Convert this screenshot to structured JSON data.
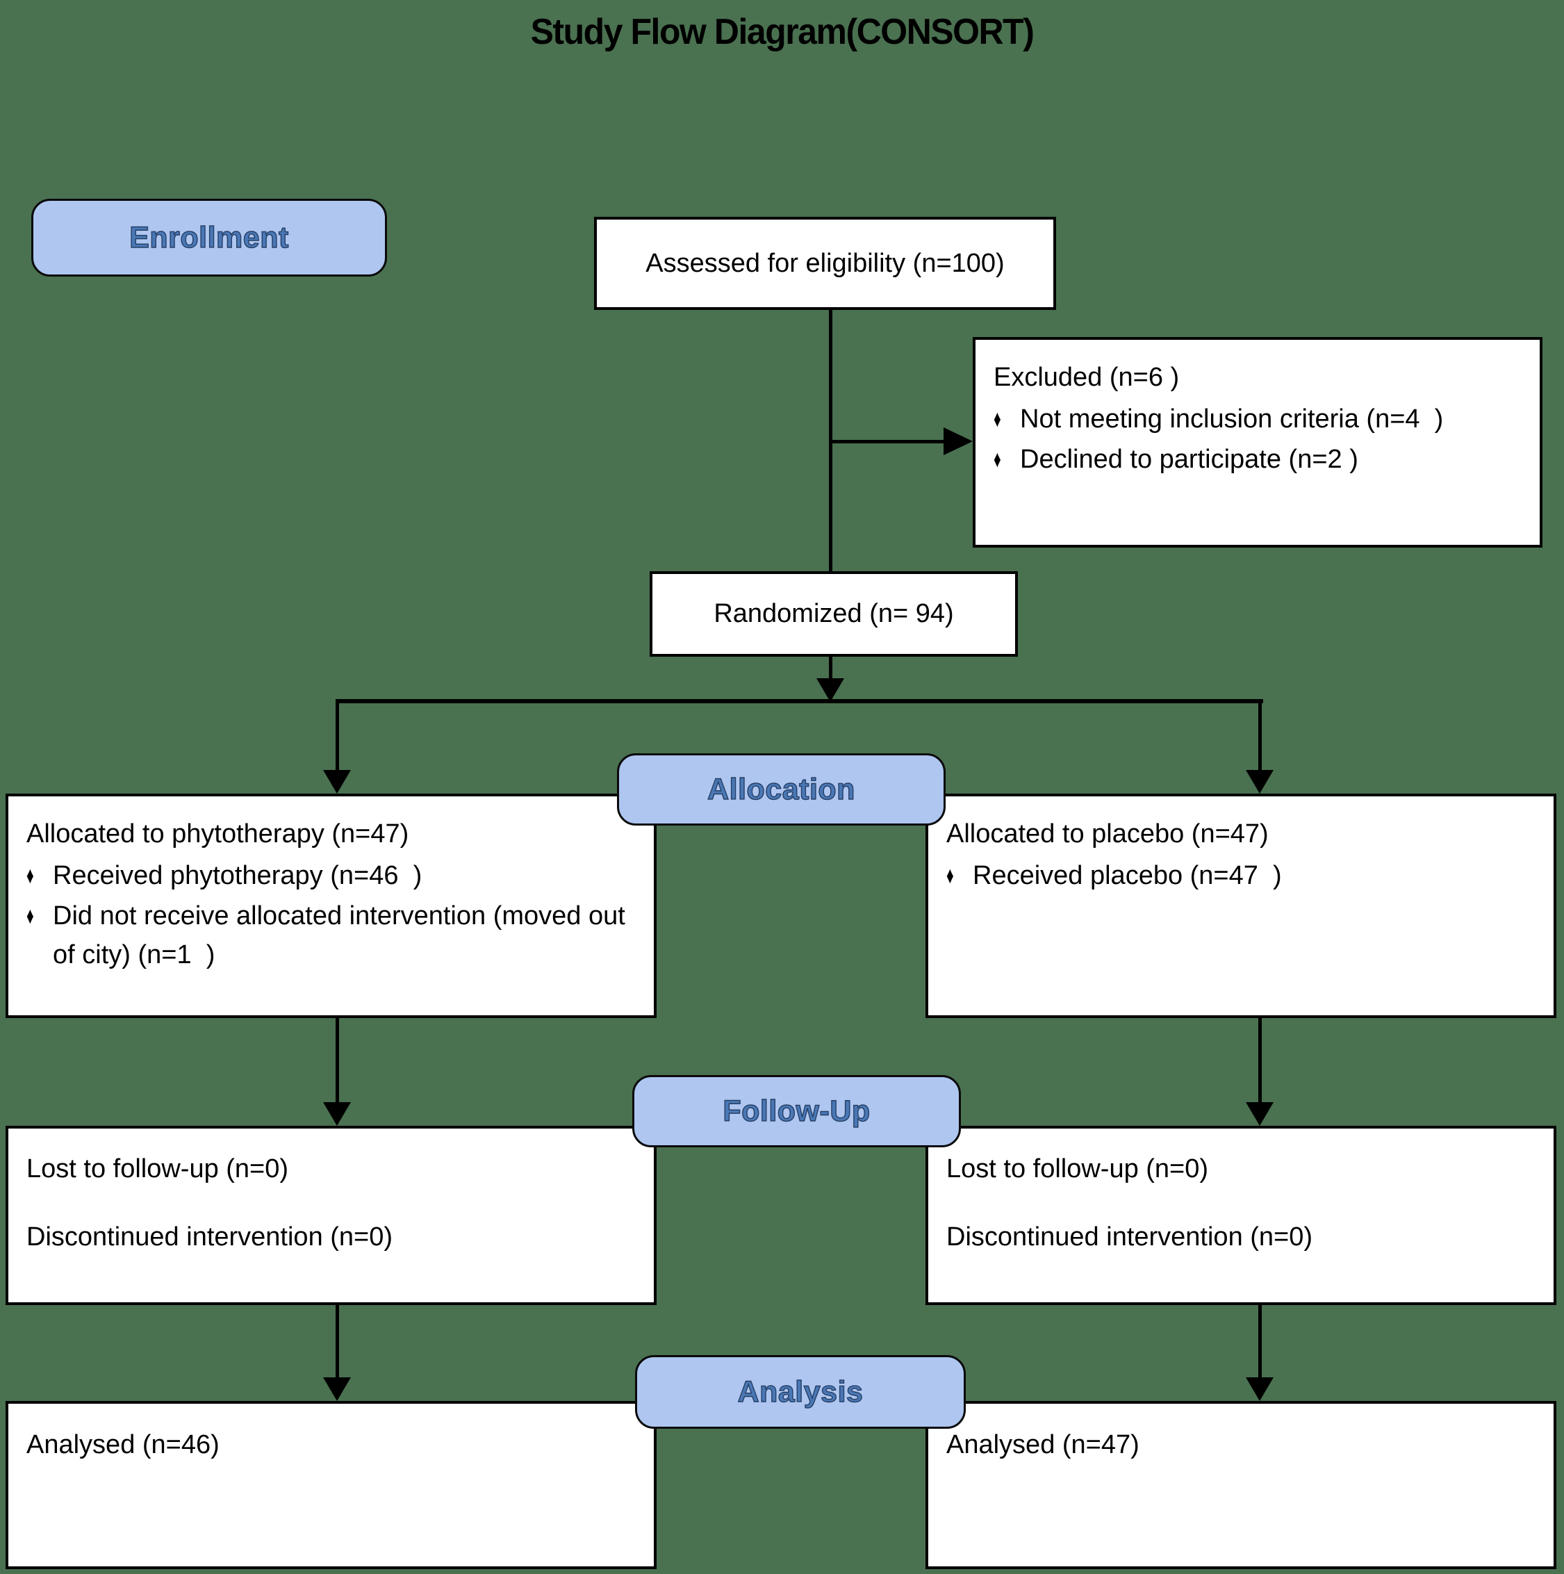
{
  "title": "Study Flow Diagram(CONSORT)",
  "icons": {
    "diamond_bullet": "♦"
  },
  "colors": {
    "background": "#4a7150",
    "box_fill": "#ffffff",
    "box_border": "#000000",
    "phase_fill": "#aec6f0",
    "phase_text": "#4a78b6"
  },
  "phases": {
    "enrollment": "Enrollment",
    "allocation": "Allocation",
    "follow_up": "Follow-Up",
    "analysis": "Analysis"
  },
  "nodes": {
    "assessed": {
      "text": "Assessed for eligibility (n=100)"
    },
    "excluded": {
      "heading": "Excluded (n=6 )",
      "bullets": [
        "Not meeting inclusion criteria (n=4  )",
        "Declined to participate (n=2 )"
      ]
    },
    "randomized": {
      "text": "Randomized (n= 94)"
    },
    "allocation_left": {
      "heading": "Allocated to phytotherapy (n=47)",
      "bullets": [
        "Received phytotherapy (n=46  )",
        "Did not receive allocated intervention (moved out of city) (n=1  )"
      ]
    },
    "allocation_right": {
      "heading": "Allocated to placebo (n=47)",
      "bullets": [
        "Received placebo (n=47  )"
      ]
    },
    "followup_left": {
      "lines": [
        "Lost to follow-up (n=0)",
        "Discontinued intervention (n=0)"
      ]
    },
    "followup_right": {
      "lines": [
        "Lost to follow-up (n=0)",
        "Discontinued intervention (n=0)"
      ]
    },
    "analysis_left": {
      "text": "Analysed (n=46)"
    },
    "analysis_right": {
      "text": "Analysed (n=47)"
    }
  }
}
